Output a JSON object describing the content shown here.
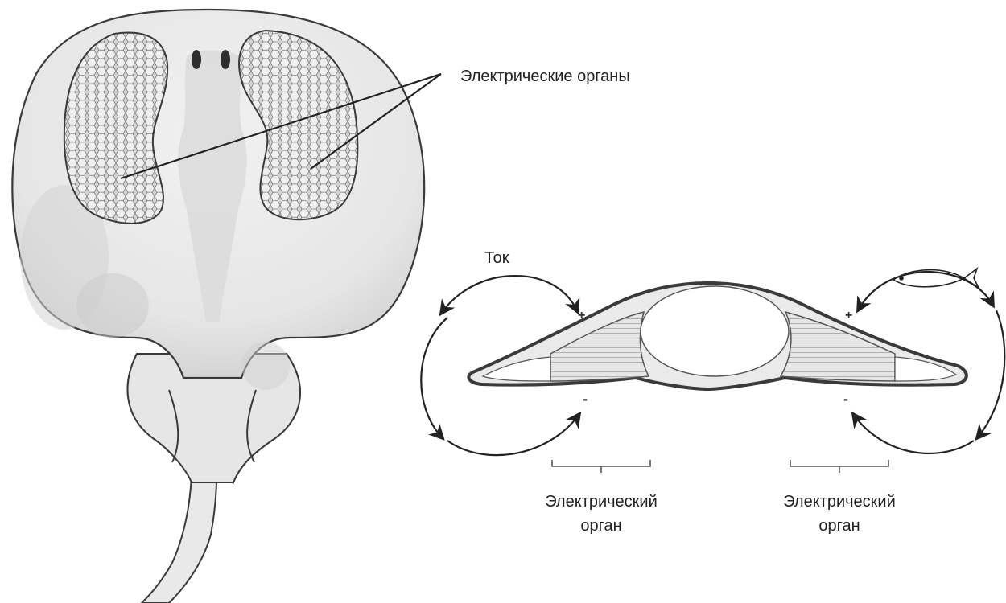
{
  "labels": {
    "organs_top": "Электрические органы",
    "current": "Ток",
    "left_organ_line1": "Электрический",
    "left_organ_line2": "орган",
    "right_organ_line1": "Электрический",
    "right_organ_line2": "орган"
  },
  "signs": {
    "positive": "+",
    "negative": "-"
  },
  "colors": {
    "outline": "#3a3a3a",
    "body_fill": "#ececec",
    "organ_fill": "#c9c9c9",
    "arrow": "#222222"
  }
}
